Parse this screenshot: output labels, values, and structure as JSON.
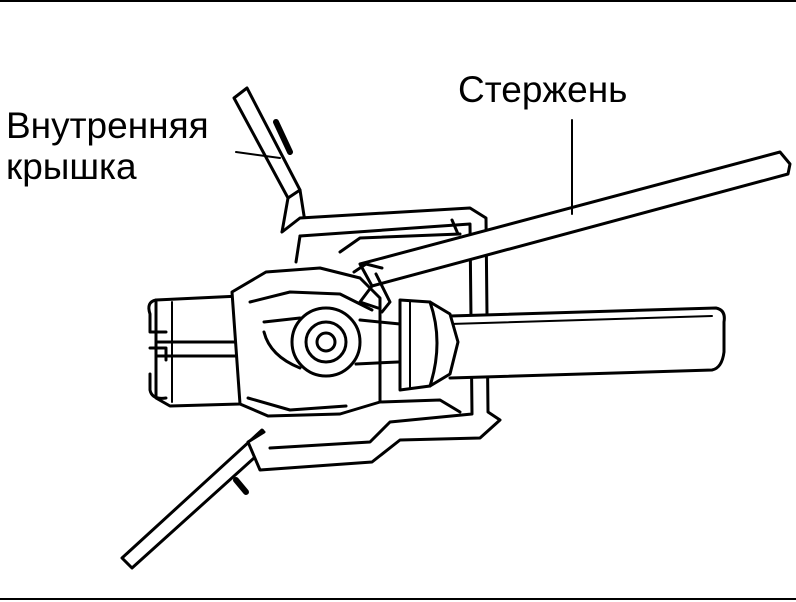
{
  "labels": {
    "inner_cover_line1": "Внутренняя",
    "inner_cover_line2": "крышка",
    "rod": "Стержень"
  },
  "colors": {
    "ink": "#000000",
    "paper": "#ffffff"
  }
}
